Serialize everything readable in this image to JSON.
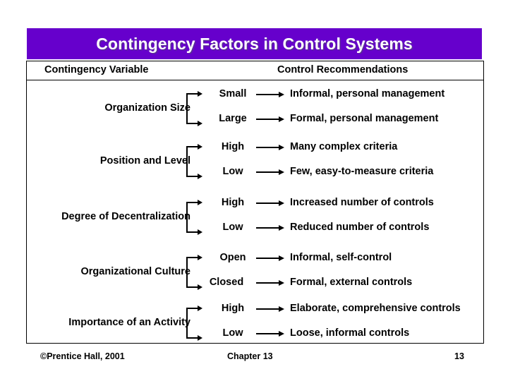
{
  "slide": {
    "title": "Contingency Factors in Control Systems",
    "title_bar_color": "#6600CC"
  },
  "table": {
    "headers": {
      "left": "Contingency Variable",
      "right": "Control Recommendations"
    },
    "rows": [
      {
        "variable": "Organization Size",
        "branches": [
          {
            "condition": "Small",
            "recommendation": "Informal, personal management"
          },
          {
            "condition": "Large",
            "recommendation": "Formal, personal management"
          }
        ]
      },
      {
        "variable": "Position and Level",
        "branches": [
          {
            "condition": "High",
            "recommendation": "Many complex criteria"
          },
          {
            "condition": "Low",
            "recommendation": "Few, easy-to-measure criteria"
          }
        ]
      },
      {
        "variable": "Degree of Decentralization",
        "branches": [
          {
            "condition": "High",
            "recommendation": "Increased number of controls"
          },
          {
            "condition": "Low",
            "recommendation": "Reduced number of controls"
          }
        ]
      },
      {
        "variable": "Organizational Culture",
        "branches": [
          {
            "condition": "Open",
            "recommendation": "Informal, self-control"
          },
          {
            "condition": "Closed",
            "recommendation": "Formal, external controls"
          }
        ]
      },
      {
        "variable": "Importance of an Activity",
        "branches": [
          {
            "condition": "High",
            "recommendation": "Elaborate, comprehensive controls"
          },
          {
            "condition": "Low",
            "recommendation": "Loose, informal controls"
          }
        ]
      }
    ]
  },
  "footer": {
    "copyright": "©Prentice Hall, 2001",
    "chapter": "Chapter 13",
    "page": "13"
  }
}
